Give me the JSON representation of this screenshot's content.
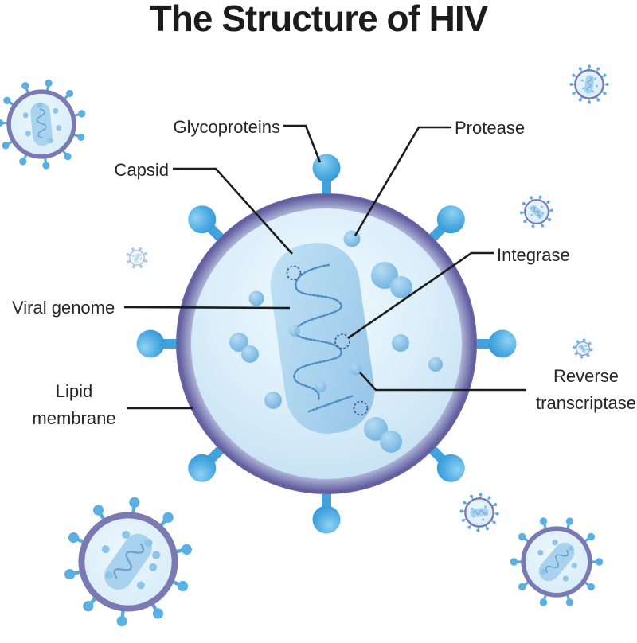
{
  "title": "The Structure of HIV",
  "diagram": {
    "subject": "HIV virion cross-section with labeled components",
    "labels": [
      {
        "text": "Glycoproteins",
        "target": "glycoprotein-spike"
      },
      {
        "text": "Capsid",
        "target": "capsid"
      },
      {
        "text": "Viral genome",
        "target": "viral-genome-strand"
      },
      {
        "text": "Lipid membrane",
        "target": "lipid-membrane-ring"
      },
      {
        "text": "Protease",
        "target": "protease-enzyme"
      },
      {
        "text": "Integrase",
        "target": "integrase-enzyme"
      },
      {
        "text": "Reverse transcriptase",
        "target": "reverse-transcriptase-enzyme"
      }
    ],
    "colors": {
      "membrane_purple_dark": "#625f9f",
      "membrane_purple_light": "#a9aed4",
      "interior_blue": "#ddeffa",
      "capsid_blue": "#a9d2ee",
      "spike_blue": "#4fabe2",
      "genome_blue": "#4d8ec3",
      "enzyme_outline_blue": "#4e5a99",
      "leader_line": "#1c1c1c",
      "label_text": "#262626",
      "title_text": "#1c1c1c"
    }
  }
}
